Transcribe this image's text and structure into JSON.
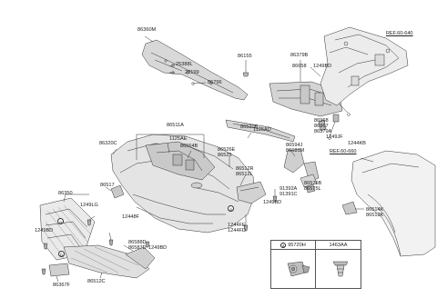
{
  "diagram": {
    "labels": {
      "p86360M": "86360M",
      "p25388L": "25388L",
      "p28199": "28199",
      "p86796": "86796",
      "p86155": "86155",
      "p86379B": "86379B",
      "p86658": "86658",
      "p1249BD_top": "1249BD",
      "p86520B": "86520B",
      "p1125AD": "1125AD",
      "p86968": "86968",
      "p86967": "86967",
      "p86379A": "86379A",
      "p1249JF": "1249JF",
      "p1244KB": "1244KB",
      "p86511A": "86511A",
      "p1125AE": "1125AE",
      "p86564B": "86564B",
      "p86320C": "86320C",
      "p86526E": "86526E",
      "p86525": "86525",
      "p86594J": "86594J",
      "p86681M": "86681M",
      "p86512R": "86512R",
      "p86512L": "86512L",
      "p86517": "86517",
      "p86350": "86350",
      "p1249LG": "1249LG",
      "p1249BD_left": "1249BD",
      "p1249BD_mid": "1249BD",
      "p91392A": "91392A",
      "p91391C": "91391C",
      "p86576B": "86576B",
      "p86575L": "86575L",
      "p12448F": "12448F",
      "p86588D": "86588D",
      "p86587D": "86587D",
      "p1249BD_bot": "1249BD",
      "p1244FE": "1244FE",
      "p1244FD": "1244FD",
      "p86367F": "86367F",
      "p86512C": "86512C",
      "p86514K": "86514K",
      "p86513K": "86513K"
    },
    "refs": {
      "ref_top": "REF.60-640",
      "ref_right": "REF.60-660"
    },
    "callouts": {
      "a": "a",
      "b": "b"
    },
    "legend": {
      "cell_a_id": "a",
      "cell_a_part": "95720H",
      "cell_b_part": "1463AA"
    }
  }
}
